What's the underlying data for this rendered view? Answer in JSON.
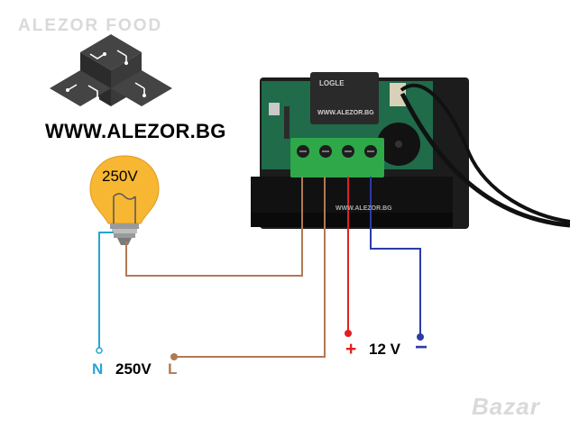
{
  "watermark_top": "ALEZOR FOOD",
  "website": "WWW.ALEZOR.BG",
  "bulb_label": "250V",
  "mains": {
    "neutral": "N",
    "voltage": "250V",
    "live": "L"
  },
  "dc": {
    "plus": "+",
    "voltage": "12 V",
    "minus": "−"
  },
  "relay_label": "LOGLE",
  "board_site": "WWW.ALEZOR.BG",
  "case_site": "WWW.ALEZOR.BG",
  "watermark_bottom": "Bazar",
  "colors": {
    "neutral_wire": "#29a3d6",
    "live_wire": "#b07a55",
    "plus_wire": "#e02020",
    "minus_wire": "#2c3ba8",
    "terminal_block": "#2fa84a",
    "bulb": "#f7b733"
  }
}
